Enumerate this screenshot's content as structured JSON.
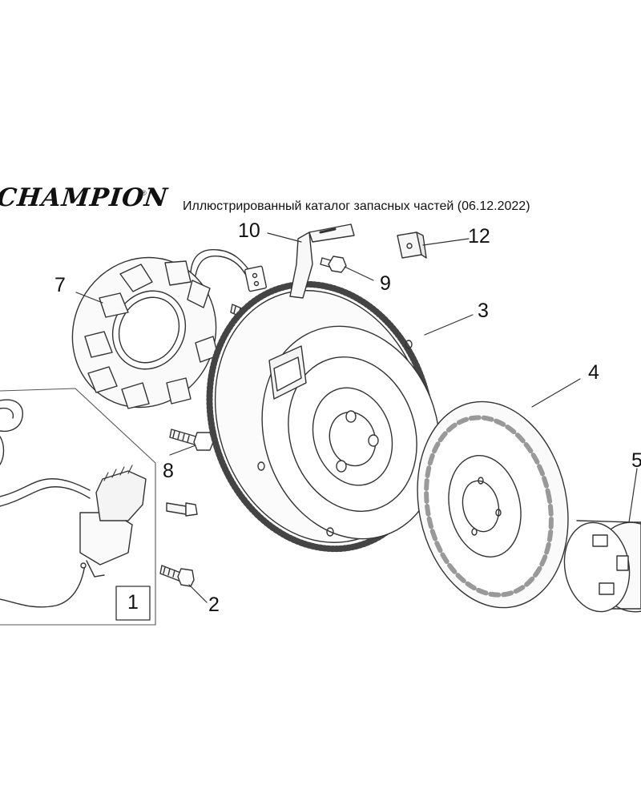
{
  "header": {
    "brand_logo_text": "CHAMPION",
    "registered_mark": "®",
    "subtitle": "Иллюстрированный каталог запасных частей (06.12.2022)"
  },
  "callouts": {
    "c1": "1",
    "c2": "2",
    "c3": "3",
    "c4": "4",
    "c5": "5",
    "c7": "7",
    "c8": "8",
    "c9": "9",
    "c10": "10",
    "c12": "12"
  }
}
